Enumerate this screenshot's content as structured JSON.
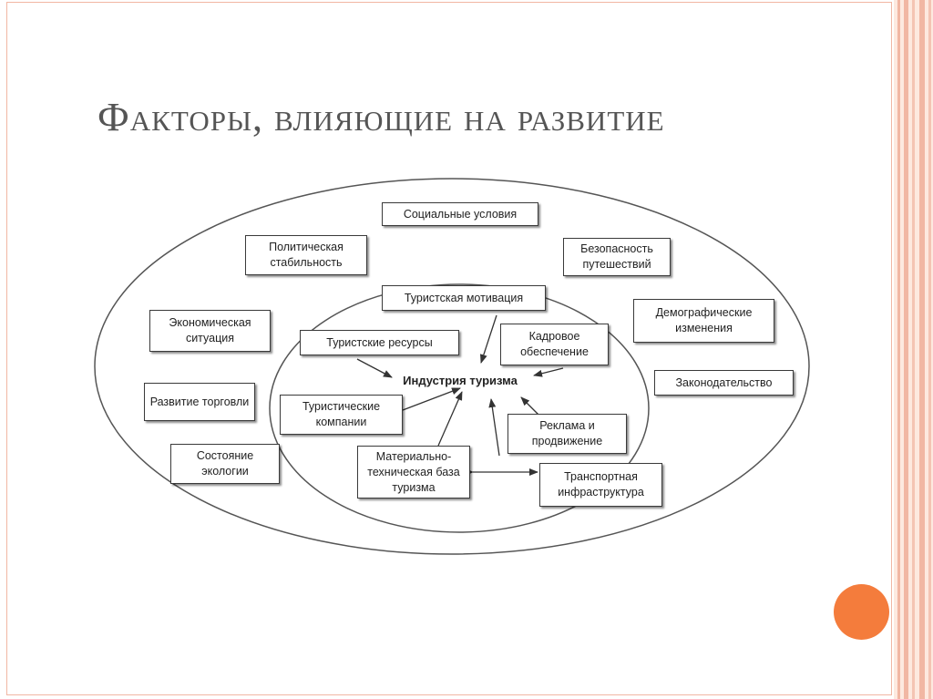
{
  "slide": {
    "title": "Факторы, влияющие на развитие",
    "accent_color": "#f47c3c",
    "stripe_color": "#f1b7a3"
  },
  "diagram": {
    "center": "Индустрия туризма",
    "inner_factors": [
      "Туристская мотивация",
      "Туристские ресурсы",
      "Кадровое обеспечение",
      "Туристические компании",
      "Реклама и продвижение",
      "Материально-техническая база туризма",
      "Транспортная инфраструктура"
    ],
    "outer_factors": [
      "Социальные условия",
      "Политическая стабильность",
      "Безопасность путешествий",
      "Экономическая ситуация",
      "Демографические изменения",
      "Законодательство",
      "Развитие торговли",
      "Состояние экологии"
    ]
  }
}
